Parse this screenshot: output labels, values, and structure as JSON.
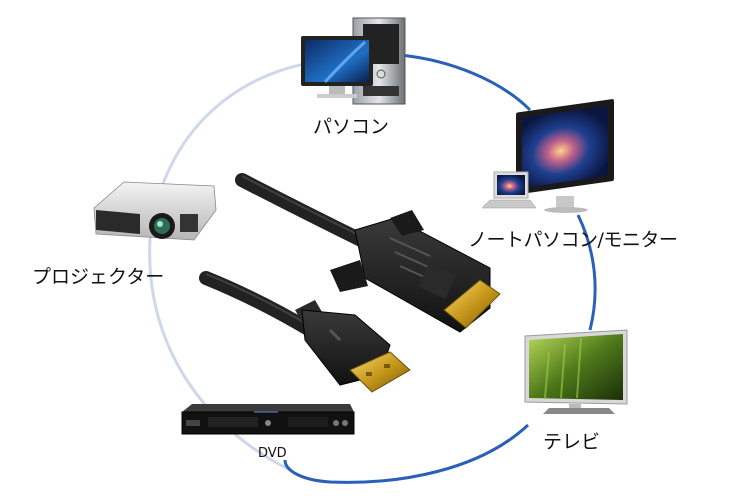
{
  "scene": {
    "description": "HDMI to DVI cable surrounded by compatible devices connected by a circular arc",
    "ring_color_blue": "#2b5fb8",
    "ring_color_light": "#c9d3e8",
    "cable_color": "#222222",
    "connector_gold": "#d4a928"
  },
  "devices": {
    "pc": {
      "label": "パソコン",
      "icon": "desktop-pc-icon"
    },
    "laptop_monitor": {
      "label": "ノートパソコン/モニター",
      "icon": "laptop-monitor-icon"
    },
    "projector": {
      "label": "プロジェクター",
      "icon": "projector-icon"
    },
    "tv": {
      "label": "テレビ",
      "icon": "tv-icon"
    },
    "dvd": {
      "label": "DVD",
      "icon": "dvd-player-icon"
    }
  }
}
